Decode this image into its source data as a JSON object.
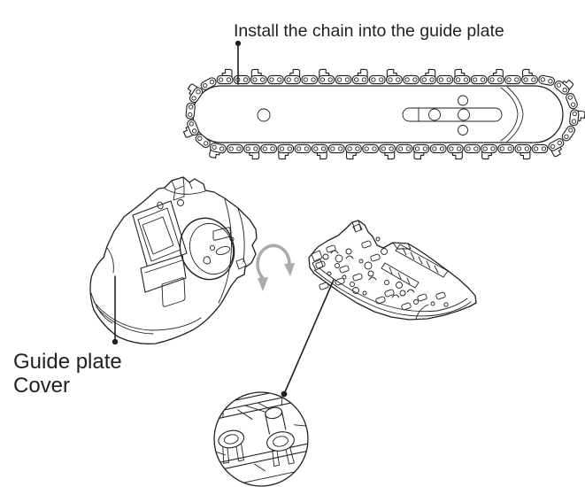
{
  "figure": {
    "description": "Chainsaw assembly instruction figure",
    "background_color": "#ffffff",
    "ink_color": "#231f20",
    "arrow_color": "#a9abad"
  },
  "labels": {
    "install_chain": "Install the chain into the guide plate",
    "guide_plate_line1": "Guide plate",
    "guide_plate_line2": "Cover"
  },
  "icons": {
    "guide_bar": "guide-bar-with-chain-illustration",
    "cover": "guide-plate-cover-illustration",
    "cover_inner": "cover-inner-side-illustration",
    "flip_arrow": "flip-over-arrow-icon",
    "closeup": "chain-rivet-closeup-circle"
  }
}
